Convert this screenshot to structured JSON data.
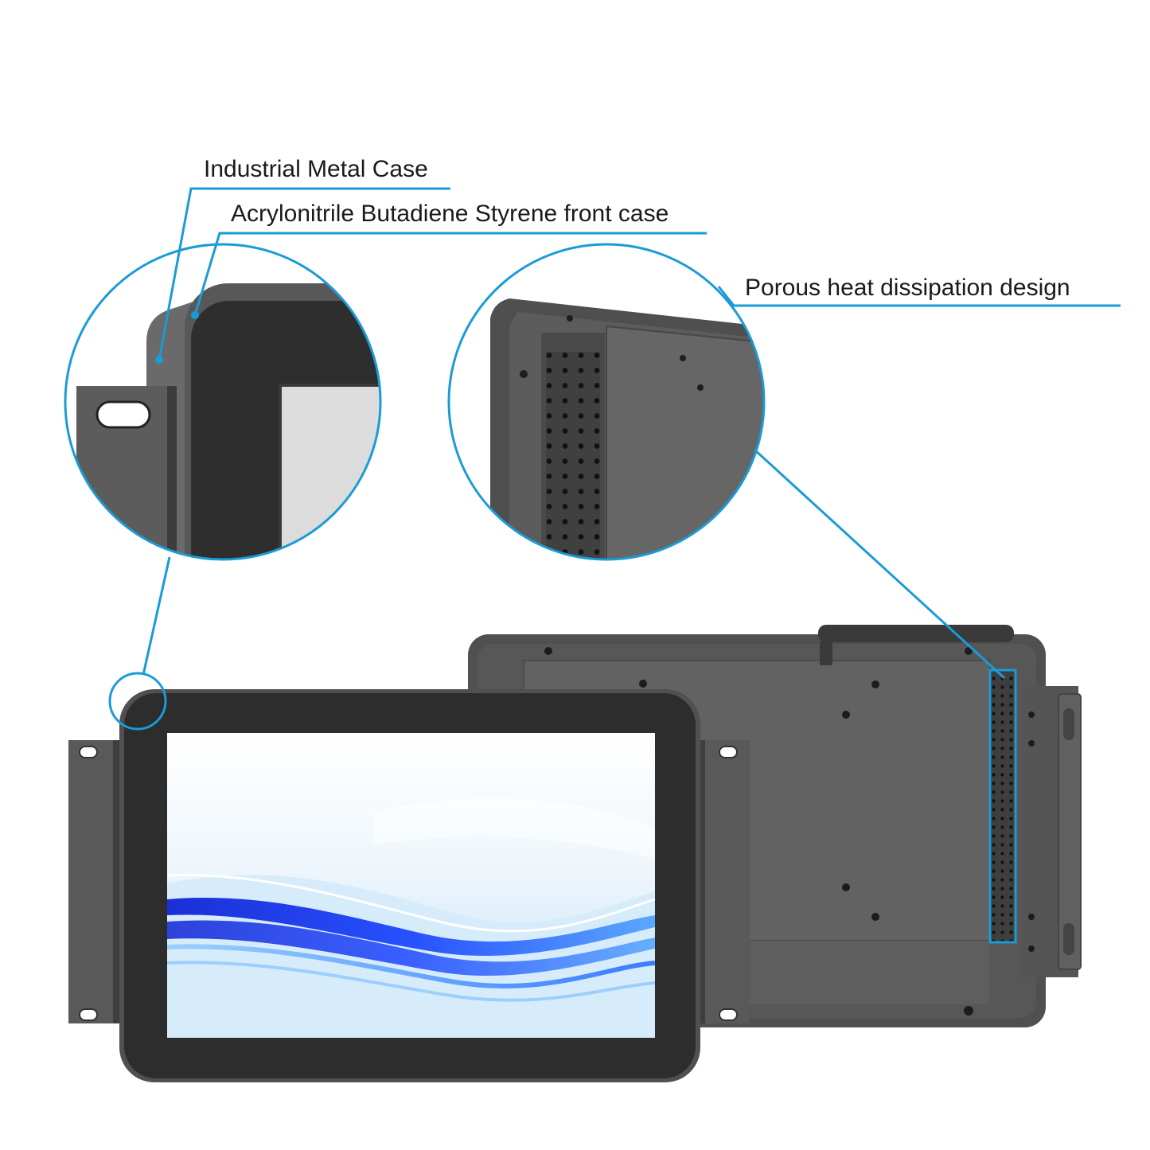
{
  "callouts": {
    "metal_case": "Industrial Metal Case",
    "abs_front_case": "Acrylonitrile Butadiene Styrene front case",
    "heat_dissipation": "Porous heat dissipation design"
  },
  "colors": {
    "accent_line": "#1a9bd7",
    "bezel": "#2e2e2e",
    "metal_case": "#5a5a5a",
    "back_panel": "#4f4f4f",
    "bracket": "#555555"
  }
}
